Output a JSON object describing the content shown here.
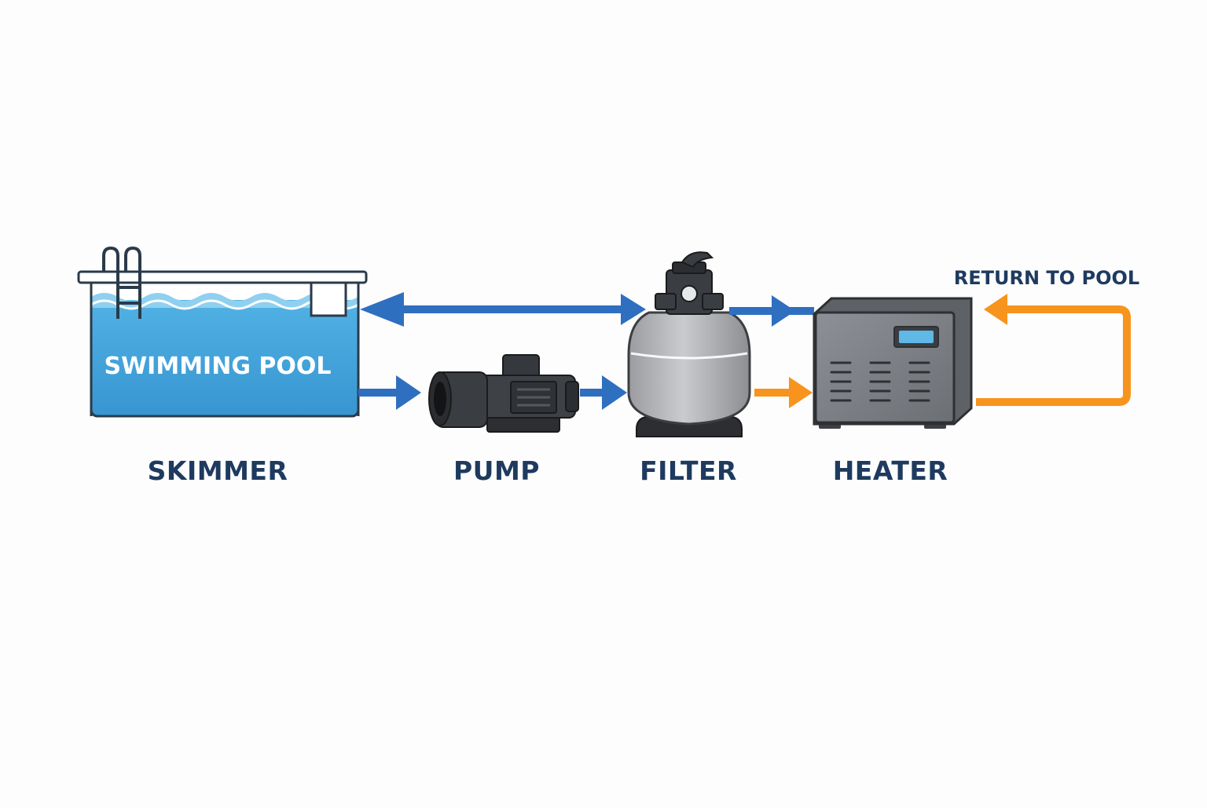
{
  "diagram": {
    "pool_label": "SWIMMING POOL",
    "return_label": "RETURN TO POOL",
    "stage_labels": {
      "skimmer": "SKIMMER",
      "pump": "PUMP",
      "filter": "FILTER",
      "heater": "HEATER"
    }
  },
  "colors": {
    "water_flow": "#2e6fc0",
    "heated_flow": "#f7941d",
    "pool_water": "#3fa3dc",
    "label_text": "#1e3a5f",
    "heater_screen": "#5fb8e6"
  },
  "icons": {
    "pool": "swimming-pool-icon",
    "pump": "pool-pump-icon",
    "filter": "sand-filter-icon",
    "heater": "pool-heater-icon"
  }
}
